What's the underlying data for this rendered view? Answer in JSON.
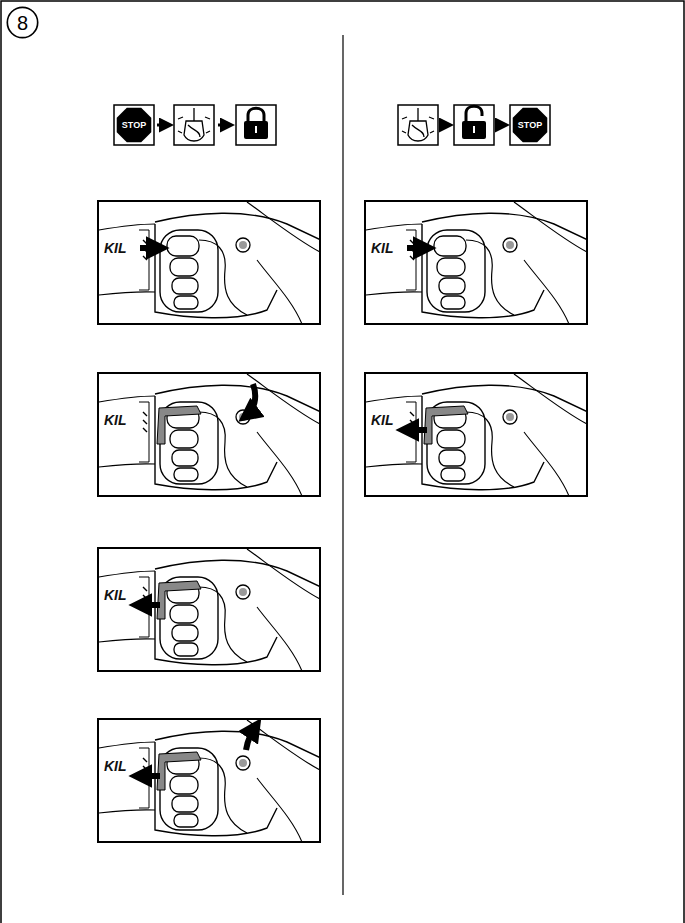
{
  "diagram": {
    "nodes": [
      {
        "text": [
          "8"
        ]
      },
      {
        "text": [
          "STOP"
        ]
      },
      {
        "text": [
          "STOP"
        ]
      }
    ],
    "labels": [
      "KIL",
      "KIL",
      "KIL",
      "KIL",
      "KIL",
      "KIL"
    ]
  }
}
